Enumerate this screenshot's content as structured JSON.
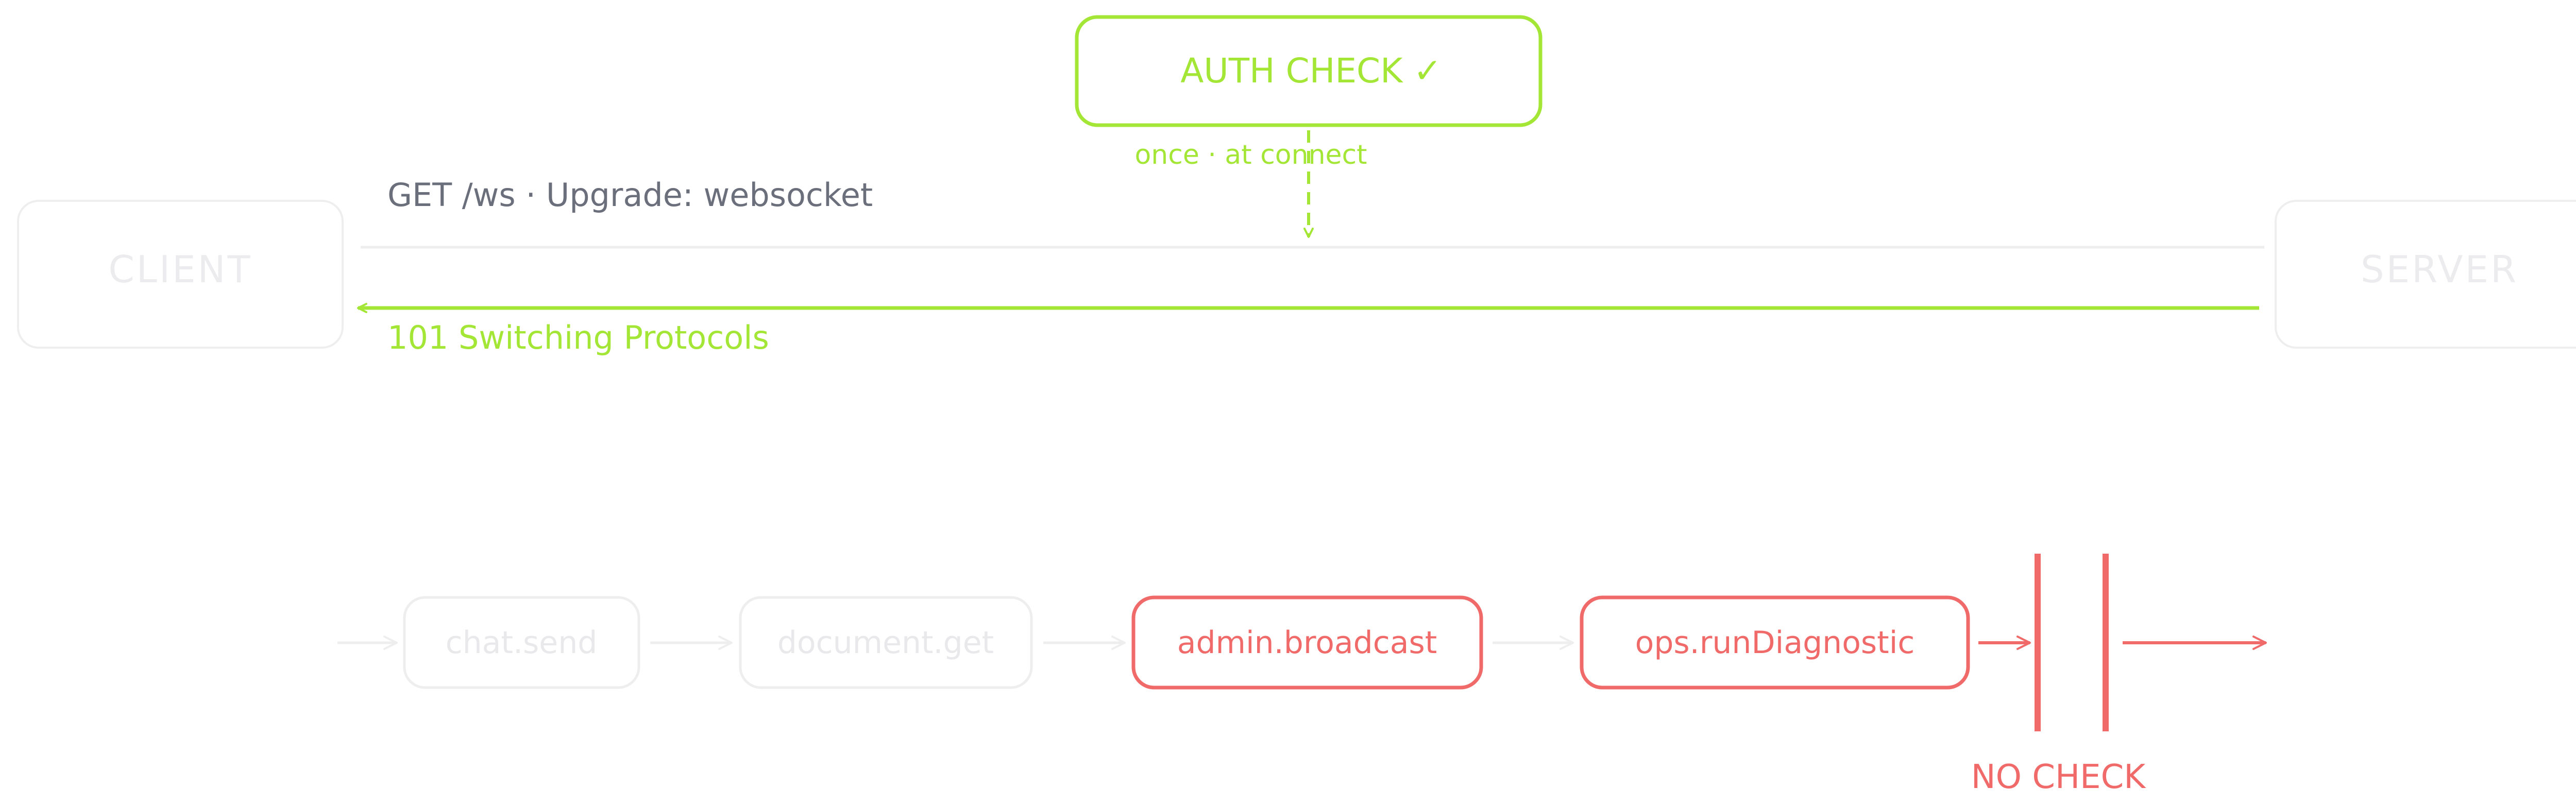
{
  "colors": {
    "accent_green": "#a3e635",
    "alert_red": "#f06a6a",
    "muted_text": "#6b6f7c",
    "faint": "#eeeeef",
    "faint_text": "#e8e8ea",
    "background": "#ffffff"
  },
  "actors": {
    "client": "CLIENT",
    "server": "SERVER"
  },
  "auth": {
    "label": "AUTH CHECK ✓",
    "note": "once · at connect"
  },
  "handshake": {
    "request": "GET /ws · Upgrade: websocket",
    "response": "101 Switching Protocols"
  },
  "messages": [
    {
      "label": "chat.send",
      "state": "faded"
    },
    {
      "label": "document.get",
      "state": "faded"
    },
    {
      "label": "admin.broadcast",
      "state": "flagged"
    },
    {
      "label": "ops.runDiagnostic",
      "state": "flagged"
    }
  ],
  "gate": {
    "label": "NO CHECK"
  }
}
